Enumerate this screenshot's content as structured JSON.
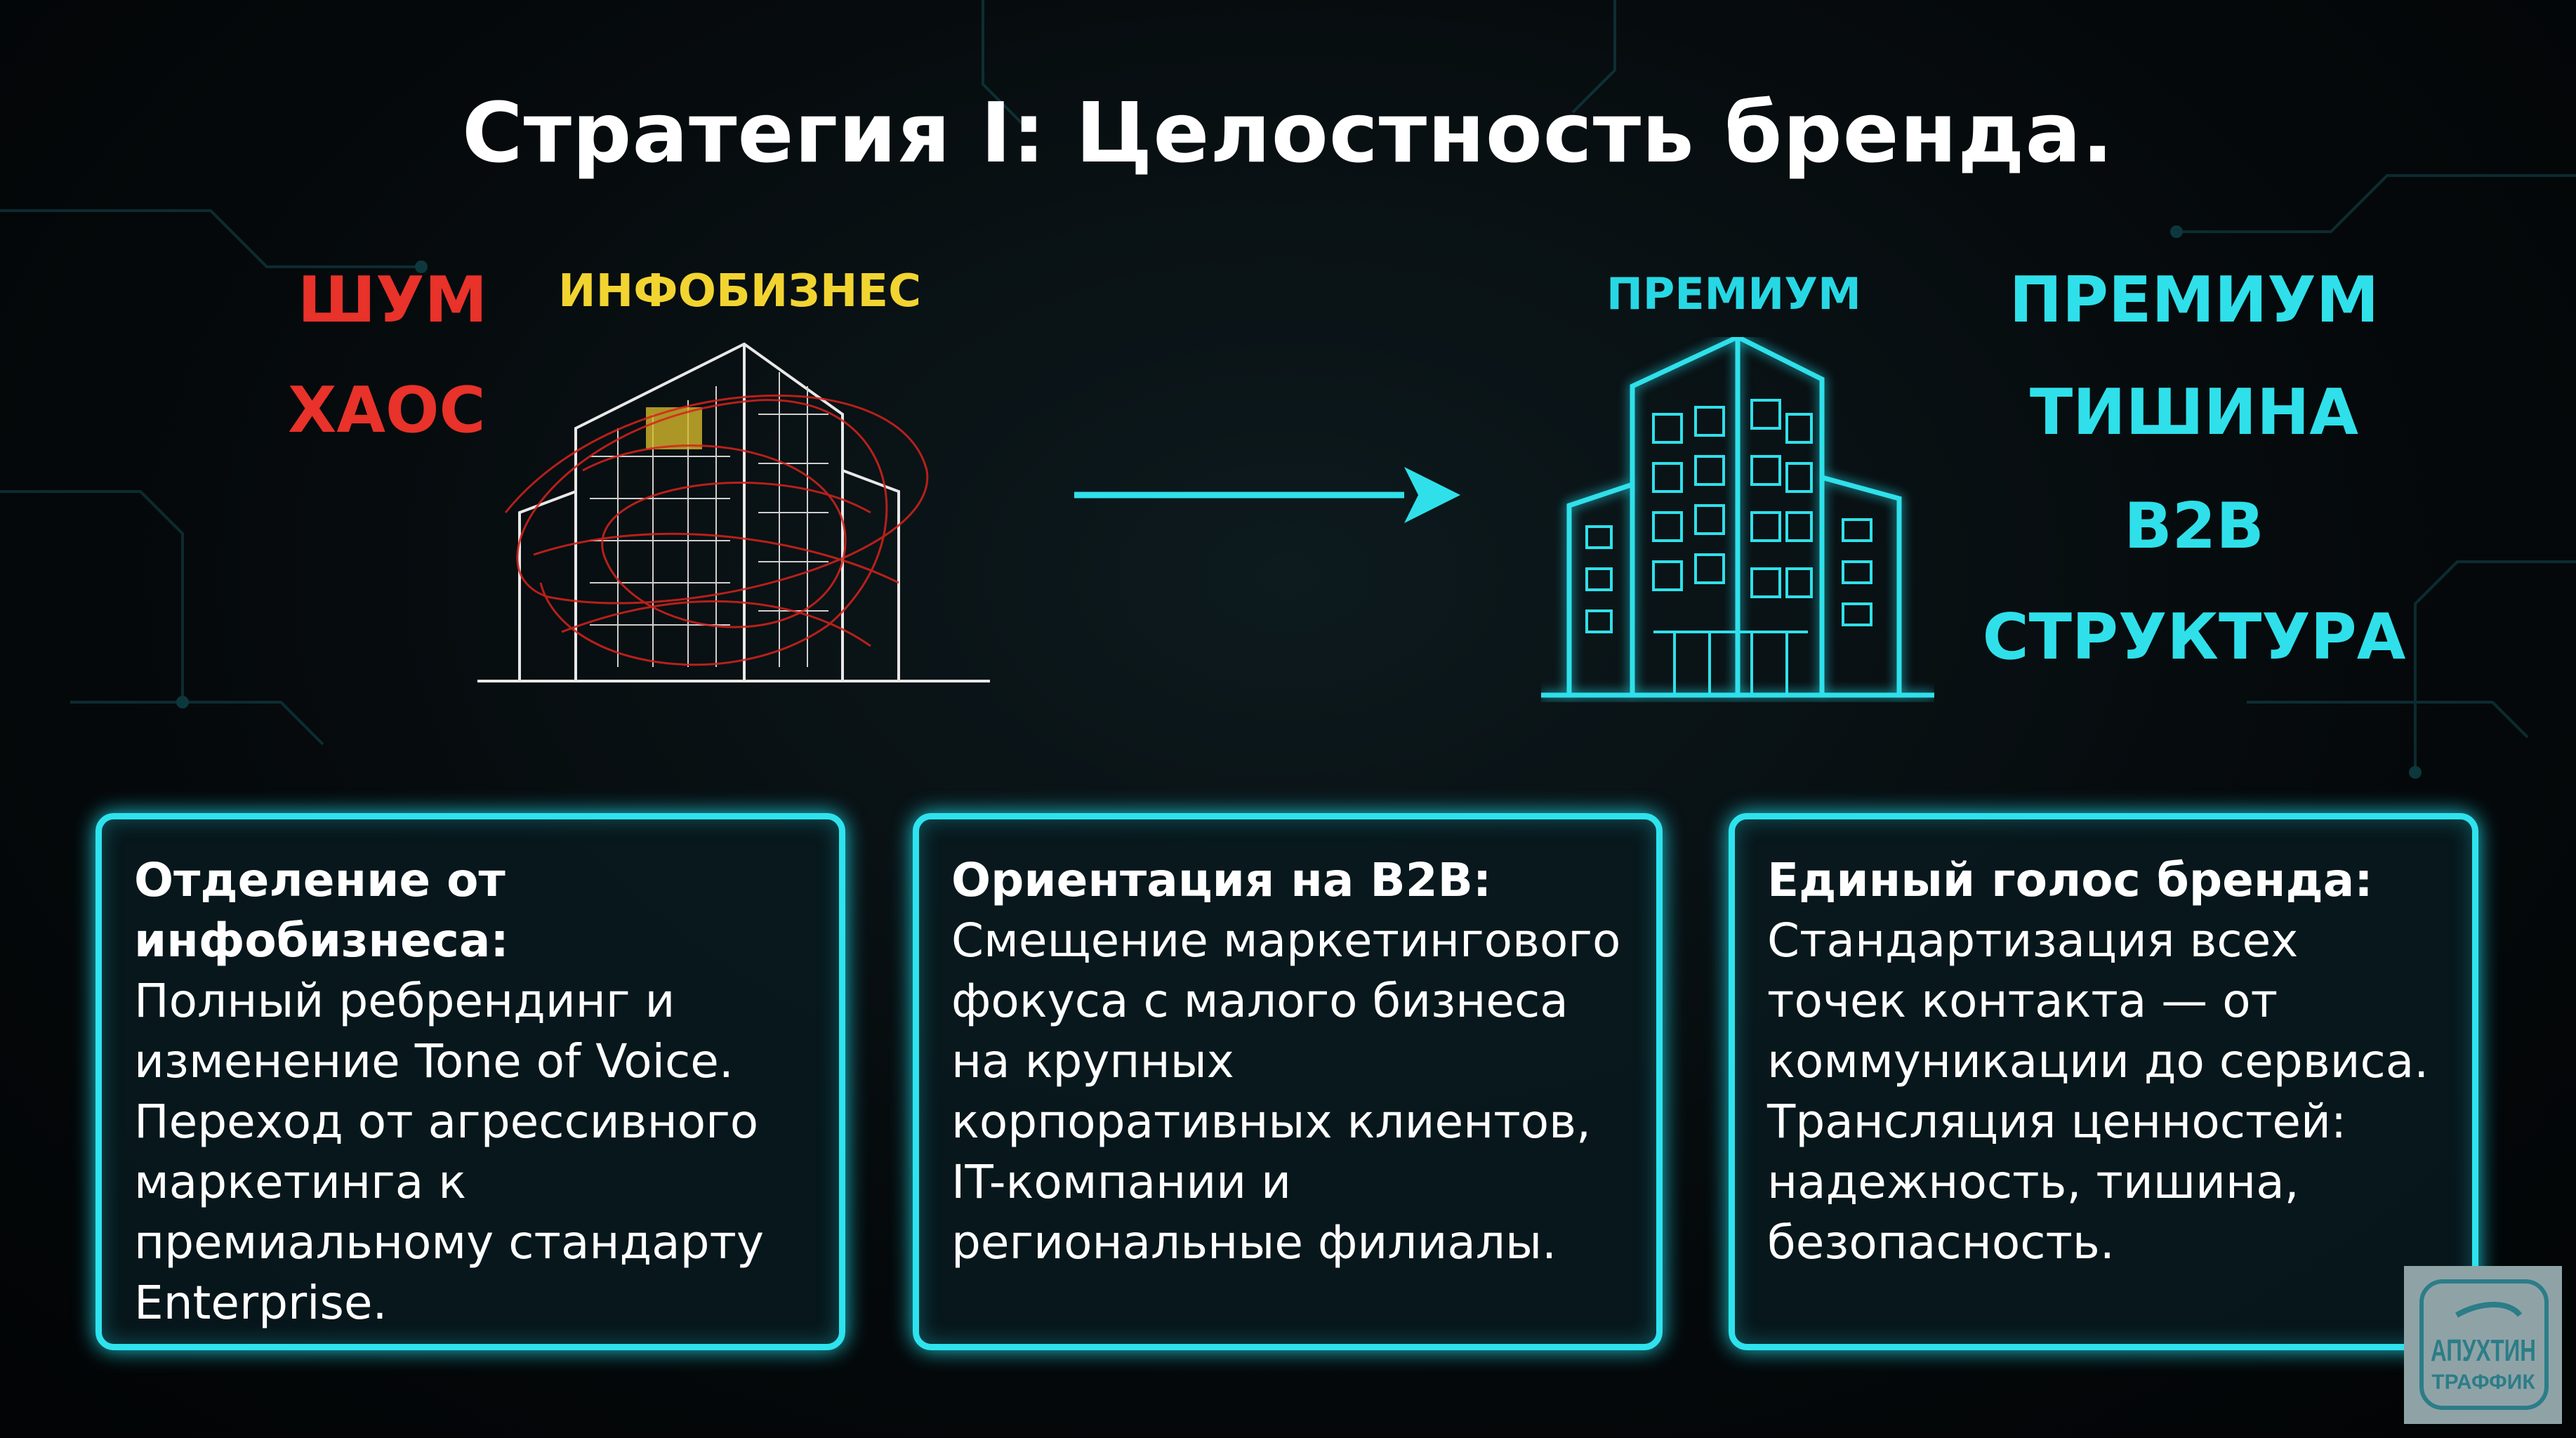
{
  "title": "Стратегия I: Целостность бренда.",
  "left_side": {
    "words": [
      "ШУМ",
      "ХАОС"
    ],
    "building_label": "ИНФОБИЗНЕС",
    "building_icon": "chaotic-sketched-building-icon"
  },
  "arrow_icon": "arrow-right-icon",
  "right_side": {
    "building_label": "ПРЕМИУМ",
    "building_icon": "neon-building-icon",
    "words": [
      "ПРЕМИУМ",
      "ТИШИНА",
      "B2B",
      "СТРУКТУРА"
    ]
  },
  "cards": [
    {
      "heading": "Отделение от инфобизнеса:",
      "text": "Полный ребрендинг и изменение Tone of Voice. Переход от агрессивного маркетинга к премиальному стандарту Enterprise."
    },
    {
      "heading": "Ориентация на B2B:",
      "text": "Смещение маркетингового фокуса с малого бизнеса на крупных корпоративных клиентов, IT-компании и региональные филиалы."
    },
    {
      "heading": "Единый голос бренда:",
      "text": "Стандартизация всех точек контакта — от коммуникации до сервиса. Трансляция ценностей: надежность, тишина, безопасность."
    }
  ],
  "logo": {
    "line1": "АПУХТИН",
    "line2": "ТРАФФИК"
  },
  "colors": {
    "accent": "#2ee3ee",
    "chaos_red": "#e8322a",
    "infobiz_yellow": "#f2d431",
    "background": "#05090b"
  }
}
